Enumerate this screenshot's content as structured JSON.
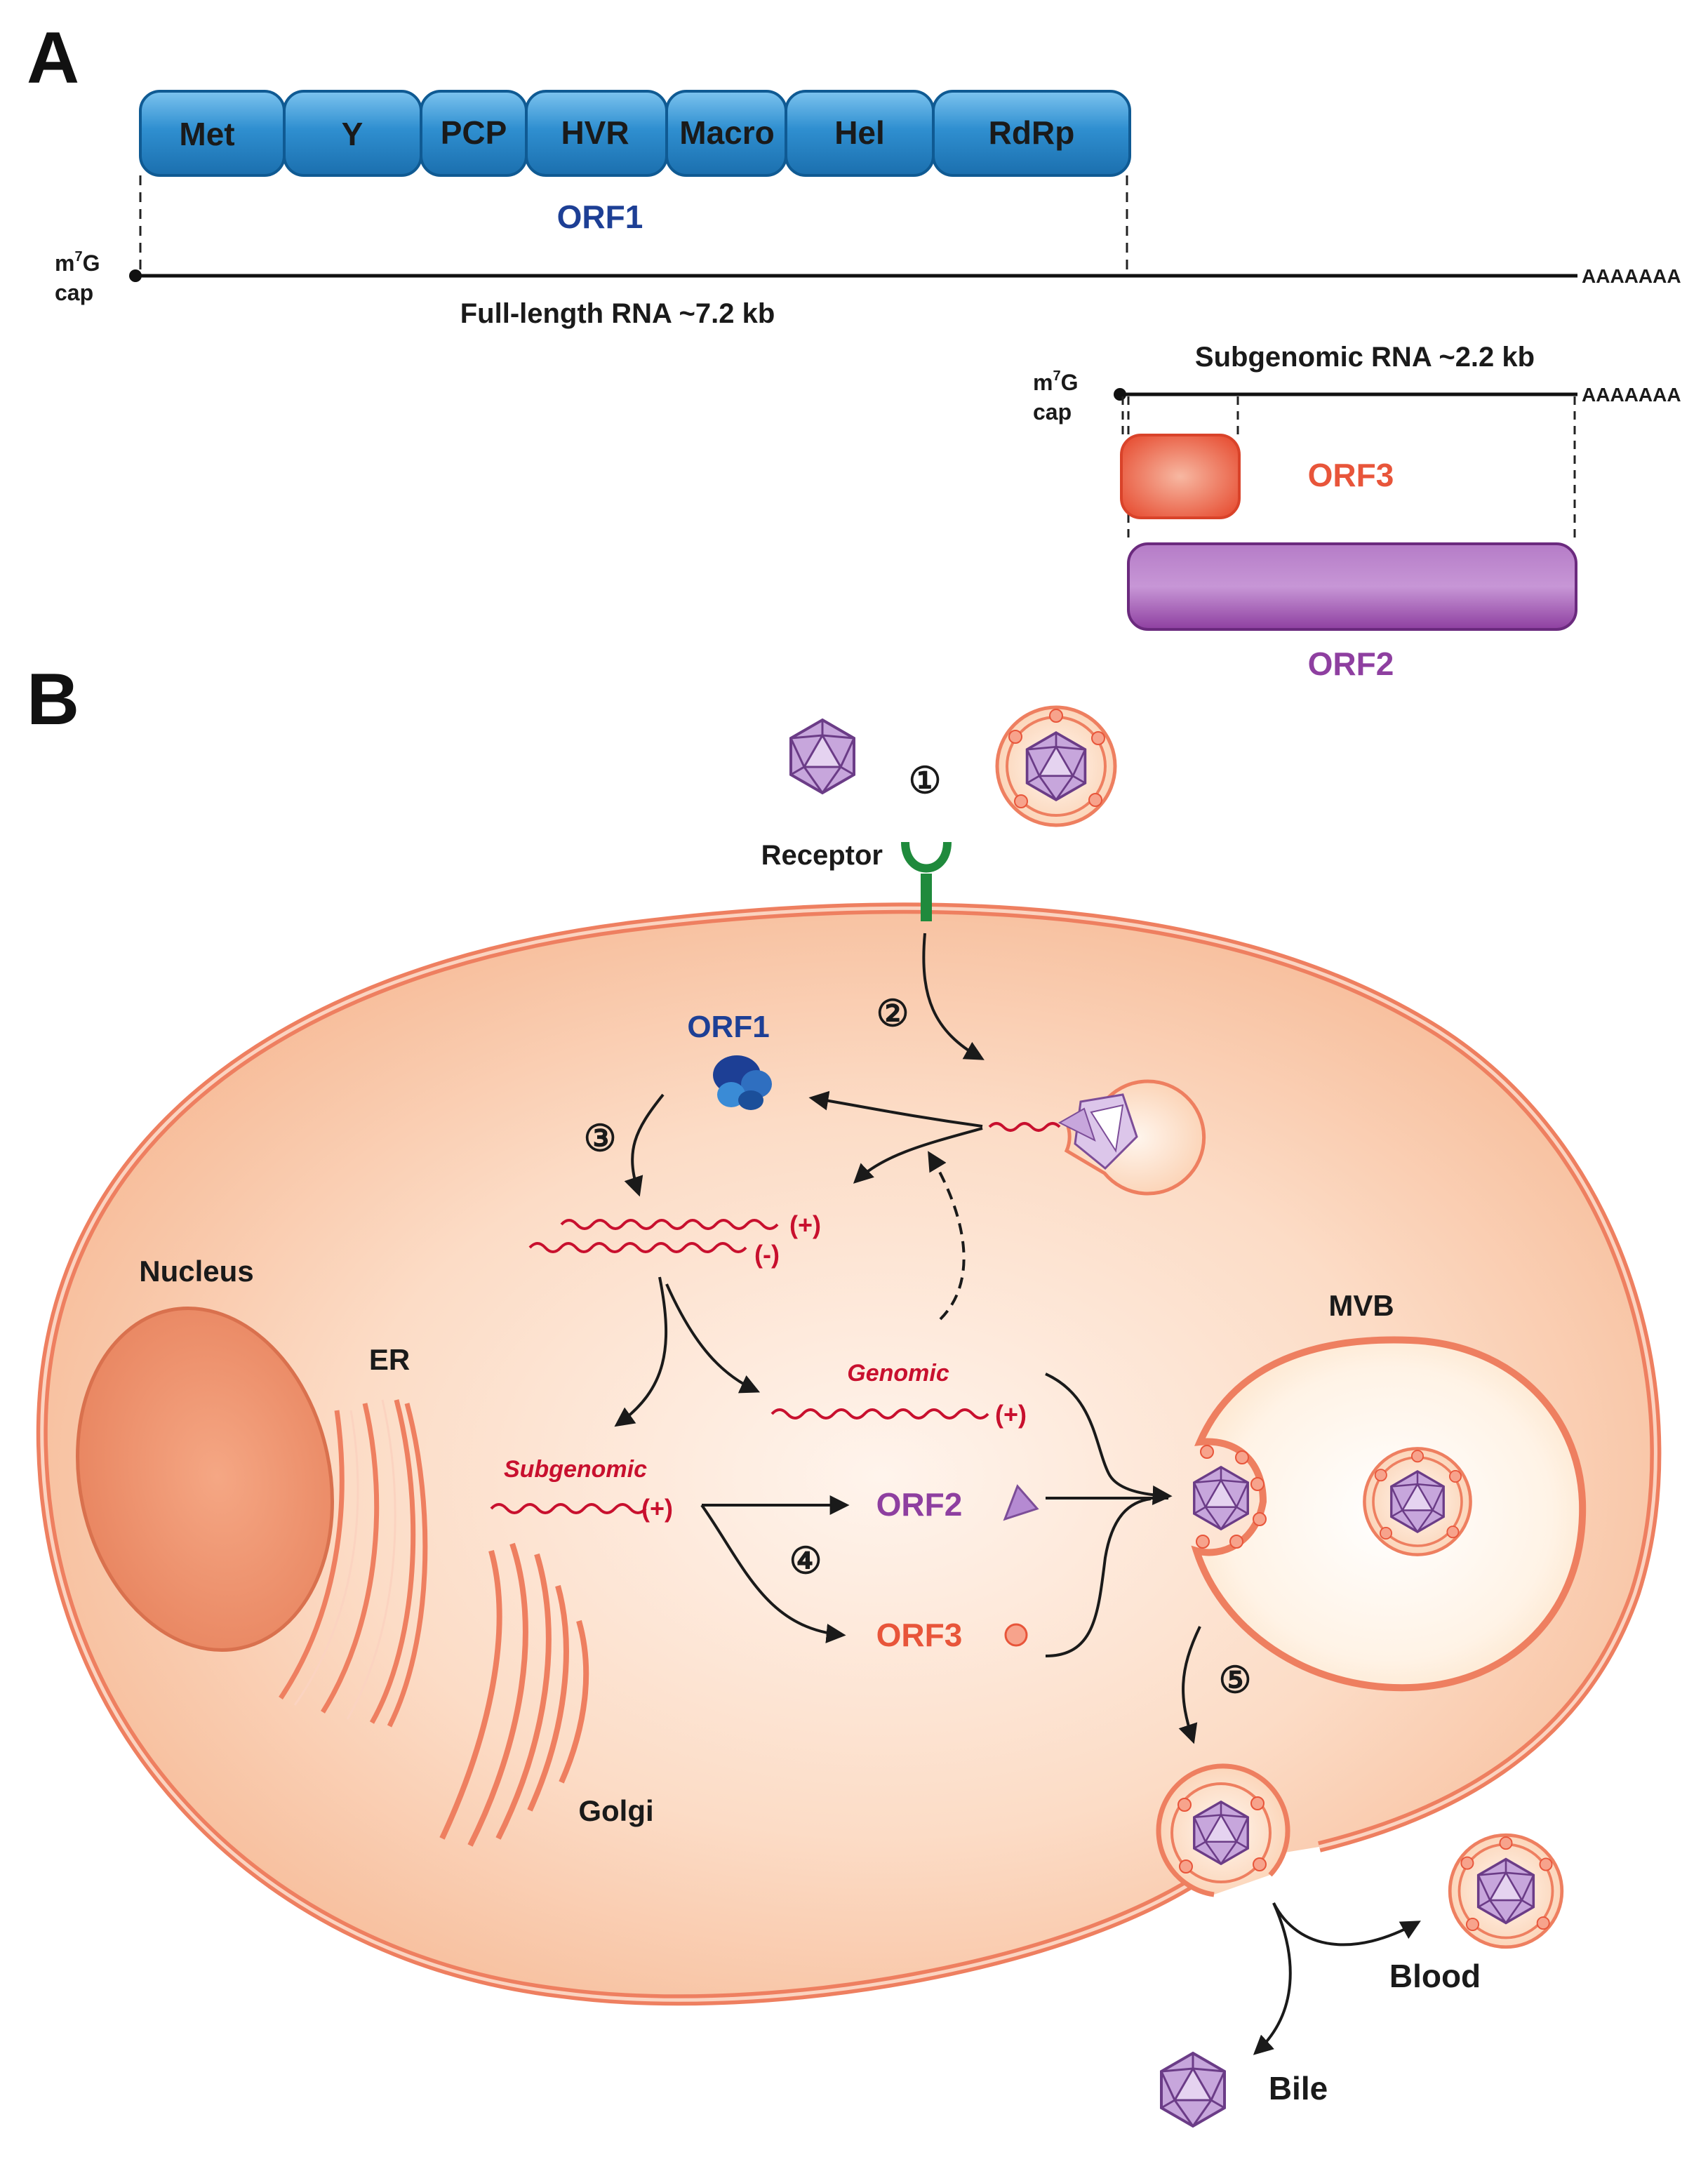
{
  "panel_a": {
    "label": "A",
    "domains": [
      "Met",
      "Y",
      "PCP",
      "HVR",
      "Macro",
      "Hel",
      "RdRp"
    ],
    "orf1": "ORF1",
    "cap_top": "m",
    "cap_sup": "7",
    "cap_g": "G",
    "cap_bottom": "cap",
    "full_length": "Full-length RNA ~7.2 kb",
    "polyA": "AAAAAAA",
    "subgenomic": "Subgenomic RNA ~2.2 kb",
    "orf3": "ORF3",
    "orf2": "ORF2"
  },
  "panel_b": {
    "label": "B",
    "steps": [
      "①",
      "②",
      "③",
      "④",
      "⑤"
    ],
    "receptor": "Receptor",
    "orf1": "ORF1",
    "plus": "(+)",
    "minus": "(-)",
    "nucleus": "Nucleus",
    "er": "ER",
    "golgi": "Golgi",
    "genomic": "Genomic",
    "subgenomic": "Subgenomic",
    "orf2": "ORF2",
    "orf3": "ORF3",
    "mvb": "MVB",
    "blood": "Blood",
    "bile": "Bile"
  },
  "colors": {
    "domain_blue": "#2f8fd0",
    "orf1_text": "#1d3f95",
    "orf3_orange": "#e8553a",
    "orf2_purple": "#8e3fa0",
    "cell_fill": "#f9c8a6",
    "membrane": "#ee7f60",
    "receptor_green": "#1f8a3c",
    "rna_red": "#c8102e"
  }
}
